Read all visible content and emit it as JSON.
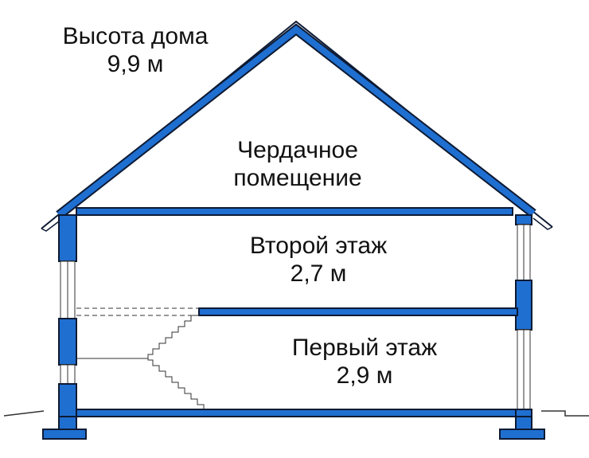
{
  "colors": {
    "structure": "#1f6fd1",
    "outline": "#0d1a33",
    "line": "#333333",
    "background": "#ffffff"
  },
  "labels": {
    "height_title": "Высота дома",
    "height_value": "9,9 м",
    "attic_line1": "Чердачное",
    "attic_line2": "помещение",
    "second_floor": "Второй этаж",
    "second_floor_height": "2,7 м",
    "first_floor": "Первый этаж",
    "first_floor_height": "2,9 м"
  }
}
